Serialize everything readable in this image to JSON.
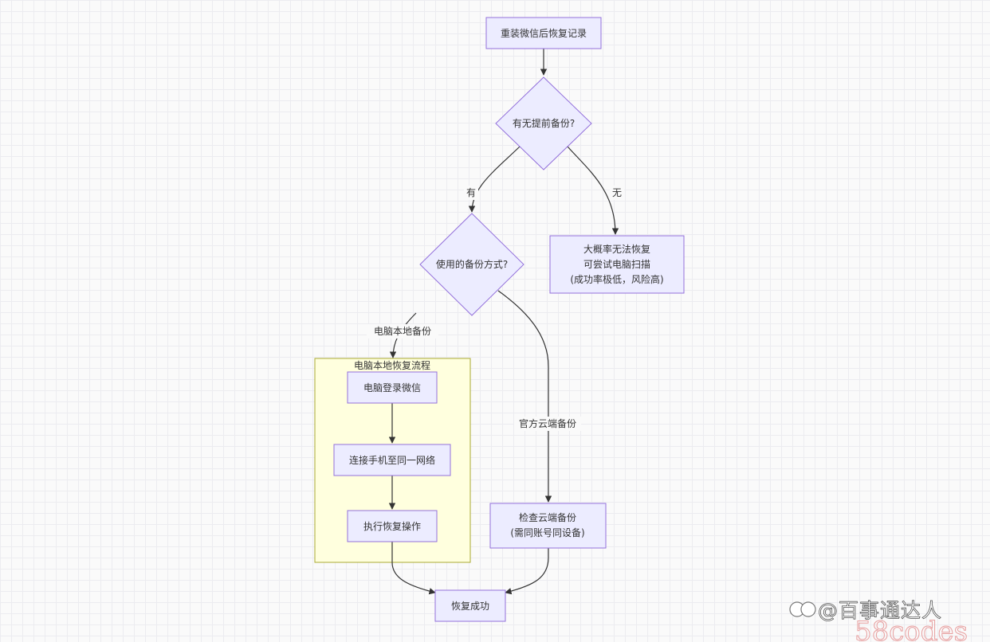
{
  "nodes": {
    "start": "重装微信后恢复记录",
    "q_backup": "有无提前备份?",
    "no_backup_1": "大概率无法恢复",
    "no_backup_2": "可尝试电脑扫描",
    "no_backup_3": "(成功率极低，风险高)",
    "q_method": "使用的备份方式?",
    "cluster_title": "电脑本地恢复流程",
    "pc_login": "电脑登录微信",
    "connect_net": "连接手机至同一网络",
    "do_restore": "执行恢复操作",
    "cloud_1": "检查云端备份",
    "cloud_2": "(需同账号同设备)",
    "success": "恢复成功"
  },
  "edges": {
    "yes": "有",
    "no": "无",
    "local": "电脑本地备份",
    "cloud": "官方云端备份"
  },
  "watermark": {
    "text": "@百事通达人",
    "site": "58codes"
  },
  "colors": {
    "node_fill": "#ECECFF",
    "node_stroke": "#9370DB",
    "cluster_fill": "#ffffde",
    "cluster_stroke": "#aaaa33",
    "edge": "#333333"
  }
}
